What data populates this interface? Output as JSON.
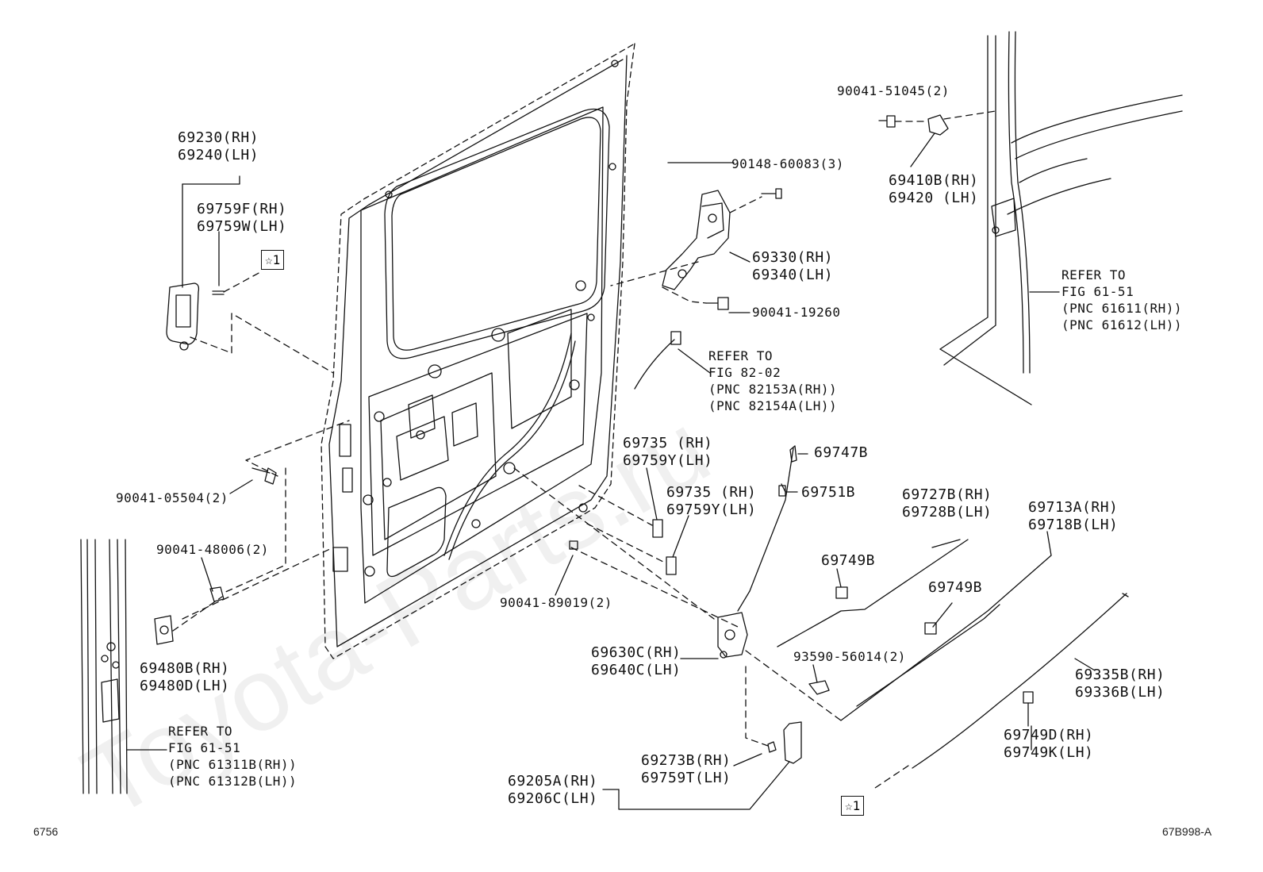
{
  "watermark": "Toyota-Parts.ru",
  "labels": {
    "p69230": "69230(RH)",
    "p69240": "69240(LH)",
    "p69759f": "69759F(RH)",
    "p69759w": "69759W(LH)",
    "star1_top": "☆1",
    "p90148": "90148-60083(3)",
    "p69330": "69330(RH)",
    "p69340": "69340(LH)",
    "p90041_19260": "90041-19260",
    "p90041_51045": "90041-51045(2)",
    "p69410b": "69410B(RH)",
    "p69420": "69420 (LH)",
    "refer_6151_a1": "REFER TO",
    "refer_6151_a2": "FIG 61-51",
    "refer_6151_a3": "(PNC 61611(RH))",
    "refer_6151_a4": "(PNC 61612(LH))",
    "refer_8202_1": "REFER TO",
    "refer_8202_2": "FIG 82-02",
    "refer_8202_3": "(PNC 82153A(RH))",
    "refer_8202_4": "(PNC 82154A(LH))",
    "p69735a": "69735 (RH)",
    "p69759ya": "69759Y(LH)",
    "p69735b": "69735 (RH)",
    "p69759yb": "69759Y(LH)",
    "p69747b": "69747B",
    "p69751b": "69751B",
    "p69727b": "69727B(RH)",
    "p69728b": "69728B(LH)",
    "p69713a": "69713A(RH)",
    "p69718b": "69718B(LH)",
    "p69749b_a": "69749B",
    "p69749b_b": "69749B",
    "p90041_05504": "90041-05504(2)",
    "p90041_48006": "90041-48006(2)",
    "p90041_89019": "90041-89019(2)",
    "p69480b": "69480B(RH)",
    "p69480d": "69480D(LH)",
    "p69630c": "69630C(RH)",
    "p69640c": "69640C(LH)",
    "p93590": "93590-56014(2)",
    "p69335b": "69335B(RH)",
    "p69336b": "69336B(LH)",
    "p69749d": "69749D(RH)",
    "p69749k": "69749K(LH)",
    "p69273b": "69273B(RH)",
    "p69759t": "69759T(LH)",
    "p69205a": "69205A(RH)",
    "p69206c": "69206C(LH)",
    "refer_6151_b1": "REFER TO",
    "refer_6151_b2": "FIG 61-51",
    "refer_6151_b3": "(PNC 61311B(RH))",
    "refer_6151_b4": "(PNC 61312B(LH))",
    "star1_bottom": "☆1"
  },
  "footer": {
    "page_number": "6756",
    "figure_code": "67B998-A"
  }
}
